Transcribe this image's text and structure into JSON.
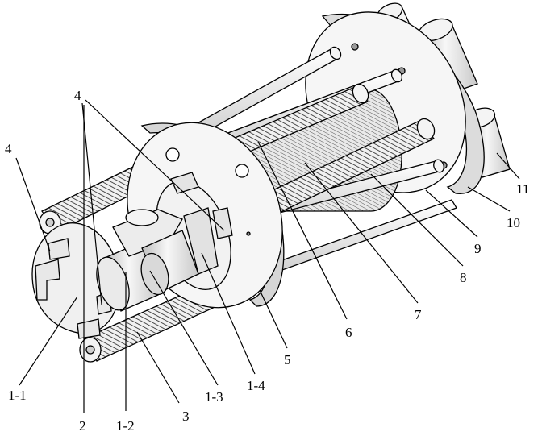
{
  "colors": {
    "background": "#ffffff",
    "part_fill": "#f4f4f4",
    "shade_fill": "#cfcfcf",
    "outline": "#000000"
  },
  "labels": [
    "1-1",
    "2",
    "1-2",
    "3",
    "1-3",
    "1-4",
    "4",
    "4",
    "4",
    "5",
    "6",
    "7",
    "8",
    "9",
    "10",
    "11"
  ]
}
